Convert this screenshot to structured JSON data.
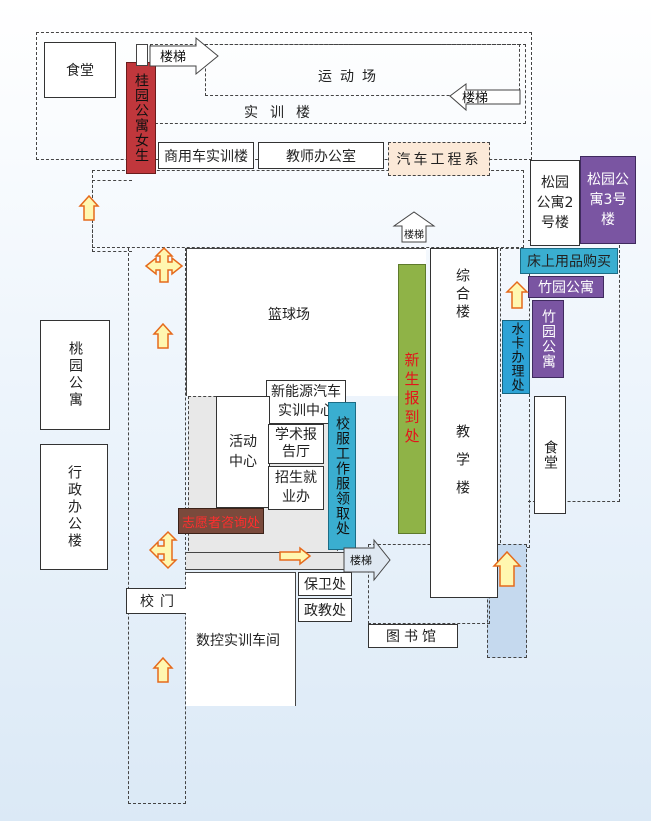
{
  "labels": {
    "canteen_west": "食堂",
    "stairs_top": "楼梯",
    "sports_field": "运动场",
    "training_building": "实训楼",
    "stairs_right": "楼梯",
    "guiyuan_female": "桂园公寓女生",
    "commercial_vehicle_training": "商用车实训楼",
    "teachers_office": "教师办公室",
    "auto_engineering": "汽车工程系",
    "songyuan_2": "松园公寓2号楼",
    "songyuan_3": "松园公寓3号楼",
    "stairs_mid": "楼梯",
    "basketball_court": "篮球场",
    "composite_building": "综合楼",
    "teaching_building": "教学楼",
    "new_student_registration": "新生报到处",
    "bedding_shop": "床上用品购买",
    "zhuyuan_apartment_1": "竹园公寓",
    "zhuyuan_apartment_2": "竹园公寓",
    "water_card_office": "水卡办理处",
    "canteen_east": "食堂",
    "taoyuan_apartment": "桃园公寓",
    "admin_building": "行政办公楼",
    "new_energy_training": "新能源汽车实训中心",
    "activity_center": "活动中心",
    "lecture_hall": "学术报告厅",
    "admissions_office": "招生就业办",
    "uniform_pickup": "校服工作服领取处",
    "volunteer_desk": "志愿者咨询处",
    "stairs_bottom": "楼梯",
    "school_gate": "校门",
    "security_office": "保卫处",
    "political_education": "政教处",
    "cnc_workshop": "数控实训车间",
    "library": "图书馆"
  },
  "colors": {
    "guiyuan": "#c0373c",
    "songyuan_3": "#7a55a2",
    "zhuyuan": "#7a55a2",
    "registration": "#8fb347",
    "registration_text": "#e3141b",
    "teal": "#3aaed0",
    "water_card": "#2da3d6",
    "volunteer": "#7a4a3c",
    "volunteer_text": "#ff2e2e",
    "auto_eng_bg": "#fbe9d8",
    "arrow_fill": "#fff7b0",
    "arrow_stroke": "#e56a1c"
  },
  "icons": [
    "direction-arrow-icon",
    "crossroad-arrow-icon",
    "stairs-arrow-icon"
  ]
}
